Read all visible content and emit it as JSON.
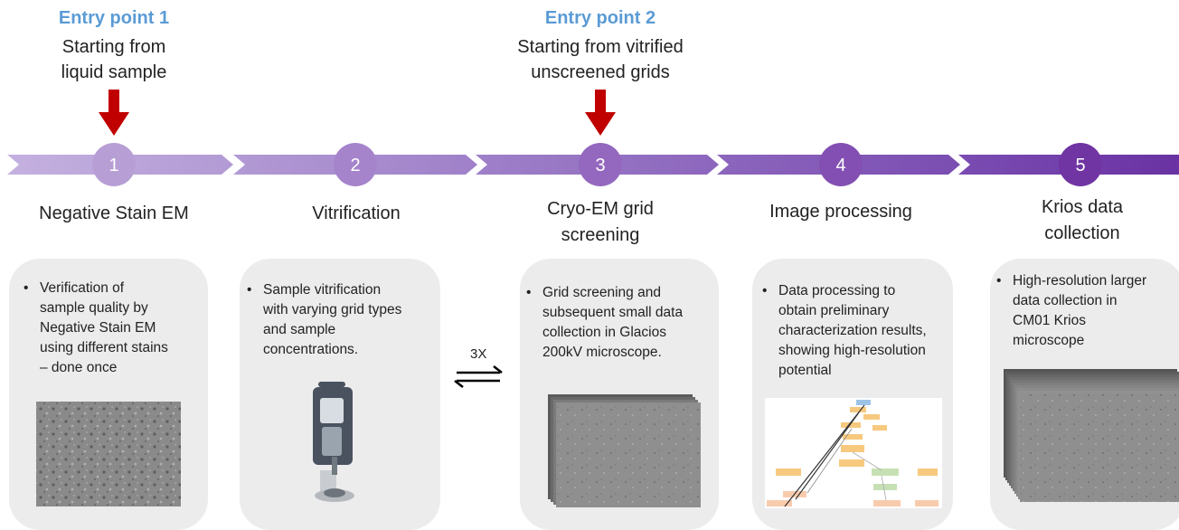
{
  "entry_points": [
    {
      "title": "Entry point 1",
      "lines": [
        "Starting from",
        "liquid sample"
      ]
    },
    {
      "title": "Entry point 2",
      "lines": [
        "Starting from vitrified",
        "unscreened grids"
      ]
    }
  ],
  "steps": [
    {
      "number": "1",
      "label_lines": [
        "Negative Stain EM"
      ],
      "bullet_lines": [
        "Verification of",
        "sample quality by",
        "Negative Stain EM",
        "using different stains",
        "– done once"
      ]
    },
    {
      "number": "2",
      "label_lines": [
        "Vitrification"
      ],
      "bullet_lines": [
        "Sample vitrification",
        "with varying grid types",
        "and sample",
        "concentrations."
      ]
    },
    {
      "number": "3",
      "label_lines": [
        "Cryo-EM grid",
        "screening"
      ],
      "bullet_lines": [
        "Grid screening and",
        "subsequent small data",
        "collection in Glacios",
        "200kV microscope."
      ]
    },
    {
      "number": "4",
      "label_lines": [
        "Image processing"
      ],
      "bullet_lines": [
        "Data processing to",
        "obtain preliminary",
        "characterization results,",
        "showing high-resolution",
        "potential"
      ]
    },
    {
      "number": "5",
      "label_lines": [
        "Krios data",
        "collection"
      ],
      "bullet_lines": [
        "High-resolution larger",
        "data collection in",
        "CM01 Krios",
        "microscope"
      ]
    }
  ],
  "cycle_label": "3X",
  "colors": {
    "entry_title": "#5b9bd5",
    "entry_arrow": "#c00000",
    "step_fills": [
      "#b79fd6",
      "#a584cb",
      "#9468bf",
      "#834fb3",
      "#7034a3"
    ],
    "card_bg": "#ececec"
  }
}
